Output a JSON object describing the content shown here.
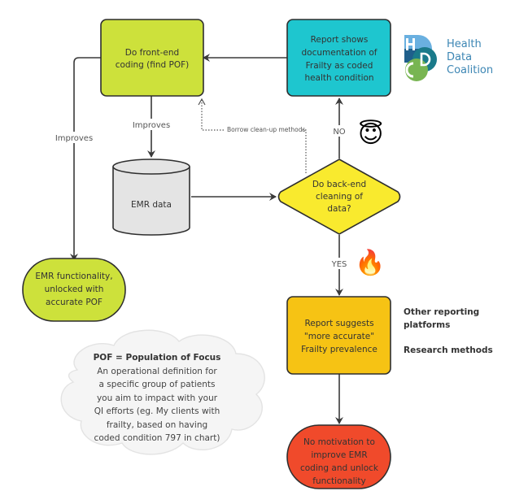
{
  "nodes": {
    "front_end": {
      "lines": [
        "Do front-end",
        "coding (find POF)"
      ],
      "color": "#cde13b"
    },
    "report_coded": {
      "lines": [
        "Report shows",
        "documentation of",
        "Frailty as coded",
        "health condition"
      ],
      "color": "#1ec6cf"
    },
    "emr_data": {
      "lines": [
        "EMR data"
      ],
      "color": "#e4e4e4"
    },
    "back_end": {
      "lines": [
        "Do back-end",
        "cleaning of",
        "data?"
      ],
      "color": "#f9ea2e"
    },
    "emr_functionality": {
      "lines": [
        "EMR functionality,",
        "unlocked with",
        "accurate POF"
      ],
      "color": "#cde13b"
    },
    "report_suggests": {
      "lines": [
        "Report suggests",
        "\"more accurate\"",
        "Frailty prevalence"
      ],
      "color": "#f6c314"
    },
    "no_motivation": {
      "lines": [
        "No motivation to",
        "improve EMR",
        "coding and unlock",
        "functionality"
      ],
      "color": "#f04a2b"
    }
  },
  "edges": {
    "improves_left": "Improves",
    "improves_center": "Improves",
    "borrow": "Borrow clean-up methods",
    "no": "NO",
    "yes": "YES"
  },
  "side_notes": [
    "Other reporting",
    "platforms",
    "Research methods"
  ],
  "cloud": {
    "title": "POF = Population of Focus",
    "lines": [
      "An operational definition for",
      "a specific group of patients",
      "you aim to impact with your",
      "QI efforts (eg. My clients with",
      "frailty, based on having",
      "coded condition 797 in chart)"
    ]
  },
  "emoji": {
    "halo": "😇",
    "fire": "🔥"
  },
  "logo": {
    "letters": [
      "H",
      "D",
      "C"
    ],
    "lines": [
      "Health",
      "Data",
      "Coalition"
    ],
    "colors": {
      "blue_light": "#6ab0e0",
      "blue_dark": "#1f5f8b",
      "teal": "#1a7a8a",
      "green": "#78b552",
      "text": "#3c86b4"
    }
  },
  "stroke_color": "#3a3a3a"
}
